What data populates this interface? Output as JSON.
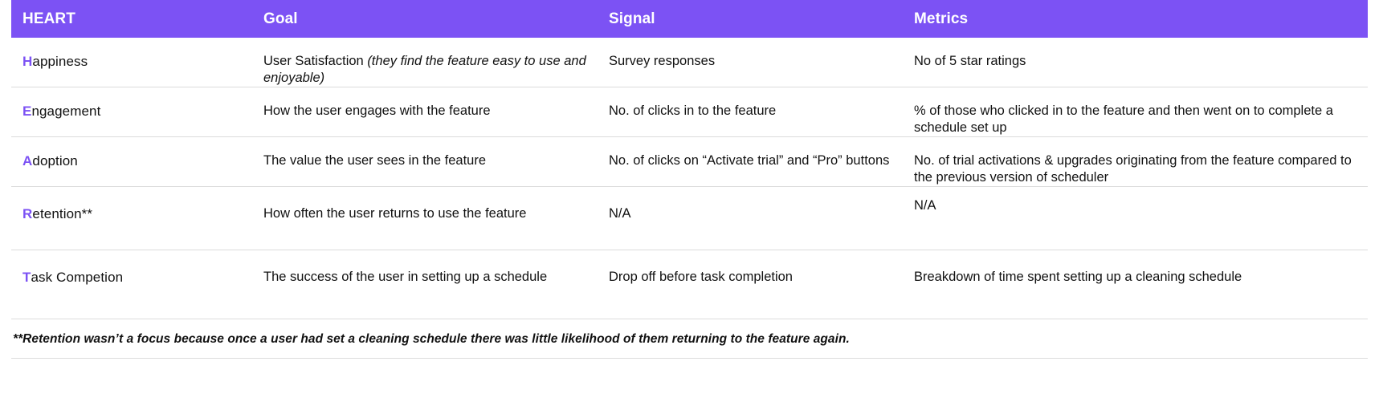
{
  "theme": {
    "header_bg": "#7C52F4",
    "header_text": "#FFFFFF",
    "accent_letter": "#7C52F4",
    "body_text": "#111111",
    "row_divider": "#DCDCDC"
  },
  "table": {
    "columns": [
      {
        "key": "heart",
        "label": "HEART"
      },
      {
        "key": "goal",
        "label": "Goal"
      },
      {
        "key": "signal",
        "label": "Signal"
      },
      {
        "key": "metrics",
        "label": "Metrics"
      }
    ],
    "rows": [
      {
        "letter": "H",
        "category_rest": "appiness",
        "category_full": "Happiness",
        "goal_plain": "User Satisfaction ",
        "goal_italic": "(they find the feature easy to use and enjoyable)",
        "signal": "Survey responses",
        "metrics": "No of 5 star ratings"
      },
      {
        "letter": "E",
        "category_rest": "ngagement",
        "category_full": "Engagement",
        "goal_plain": "How the user engages with the feature",
        "goal_italic": "",
        "signal": "No. of clicks in to the feature",
        "metrics": "% of those who clicked in to the feature and then went on to complete a schedule set up"
      },
      {
        "letter": "A",
        "category_rest": "doption",
        "category_full": "Adoption",
        "goal_plain": "The value the user sees in the feature",
        "goal_italic": "",
        "signal": "No. of clicks on “Activate trial” and “Pro” buttons",
        "metrics": "No. of  trial activations & upgrades originating from the feature compared to the previous version of scheduler"
      },
      {
        "letter": "R",
        "category_rest": "etention**",
        "category_full": "Retention**",
        "goal_plain": "How often the user returns to use the feature",
        "goal_italic": "",
        "signal": "N/A",
        "metrics": "N/A"
      },
      {
        "letter": "T",
        "category_rest": "ask Competion",
        "category_full": "Task Competion",
        "goal_plain": "The success of the user in setting up a schedule",
        "goal_italic": "",
        "signal": "Drop off before task completion",
        "metrics": "Breakdown of time spent setting up a cleaning schedule"
      }
    ]
  },
  "footnote": {
    "text": "**Retention wasn’t a focus because once a user had set a cleaning schedule there was little likelihood of them returning to the feature again."
  }
}
